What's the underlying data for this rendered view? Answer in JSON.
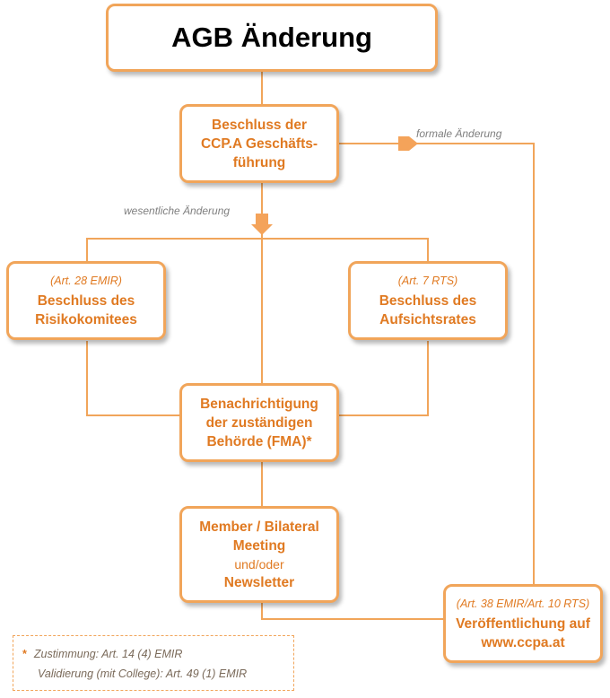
{
  "title": "AGB Änderung",
  "nodes": {
    "ccpa": {
      "label": "Beschluss der CCP.A Geschäfts-führung",
      "lines": [
        "Beschluss der",
        "CCP.A Geschäfts-",
        "führung"
      ]
    },
    "risiko": {
      "ref": "(Art. 28 EMIR)",
      "lines": [
        "Beschluss des",
        "Risikokomitees"
      ]
    },
    "aufsicht": {
      "ref": "(Art. 7 RTS)",
      "lines": [
        "Beschluss des",
        "Aufsichtsrates"
      ]
    },
    "fma": {
      "lines": [
        "Benachrichtigung",
        "der zuständigen",
        "Behörde (FMA)*"
      ]
    },
    "meeting": {
      "lines": [
        "Member / Bilateral",
        "Meeting"
      ],
      "connector": "und/oder",
      "last": "Newsletter"
    },
    "veroeff": {
      "ref": "(Art. 38 EMIR/Art. 10 RTS)",
      "lines": [
        "Veröffentlichung auf",
        "www.ccpa.at"
      ]
    }
  },
  "edge_labels": {
    "formal": "formale Änderung",
    "wesentlich": "wesentliche Änderung"
  },
  "note": {
    "marker": "*",
    "line1": "Zustimmung: Art. 14 (4) EMIR",
    "line2": "Validierung (mit College): Art. 49 (1) EMIR"
  },
  "colors": {
    "accent": "#e07a22",
    "border": "#f1a55a",
    "arrow": "#f4a35a",
    "muted": "#7f7f7f"
  }
}
